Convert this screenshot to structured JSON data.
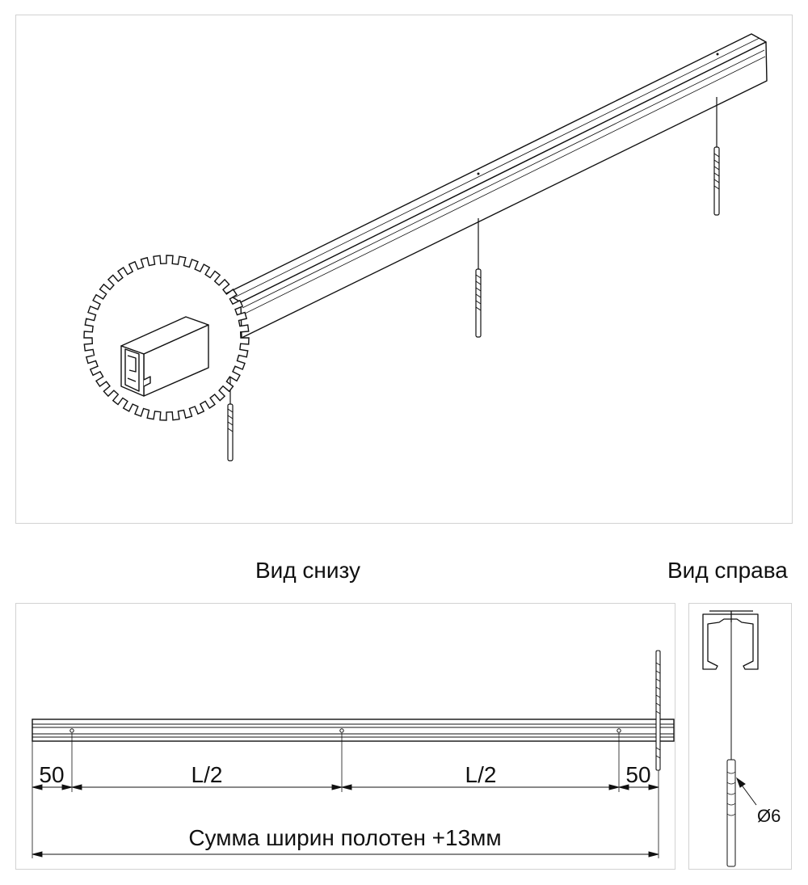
{
  "views": {
    "bottom_title": "Вид снизу",
    "side_title": "Вид справа"
  },
  "dimensions": {
    "edge_left": "50",
    "half_left": "L/2",
    "half_right": "L/2",
    "edge_right": "50",
    "total": "Сумма ширин полотен +13мм",
    "rod_diameter": "Ø6"
  }
}
